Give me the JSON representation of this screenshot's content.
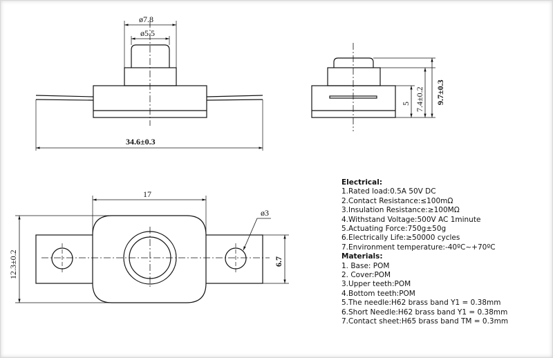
{
  "dimensions": {
    "top_outer_diameter": "ø7.8",
    "top_inner_diameter": "ø5.5",
    "overall_length": "34.6±0.3",
    "side_dim_5": "5",
    "side_dim_74": "7.4±0.2",
    "side_dim_97": "9.7±0.3",
    "bottom_width_17": "17",
    "hole_diameter": "ø3",
    "bottom_height": "12.3±0.2",
    "tab_height": "6.7"
  },
  "specs": {
    "electrical_heading": "Electrical:",
    "electrical": [
      "1.Rated load:0.5A 50V DC",
      "2.Contact Resistance:≤100mΩ",
      "3.Insulation Resistance:≥100MΩ",
      "4.Withstand Voltage:500V AC 1minute",
      "5.Actuating Force:750g±50g",
      "6.Electrically Life:≥50000 cycles",
      "7.Environment temperature:-40ºC~+70ºC"
    ],
    "materials_heading": "Materials:",
    "materials": [
      "1. Base: POM",
      "2. Cover:POM",
      "3.Upper teeth:POM",
      "4.Bottom teeth:POM",
      "5.The needle:H62 brass band Y1 = 0.38mm",
      "6.Short Needle:H62 brass band Y1 = 0.38mm",
      "7.Contact sheet:H65 brass band TM = 0.3mm"
    ]
  }
}
